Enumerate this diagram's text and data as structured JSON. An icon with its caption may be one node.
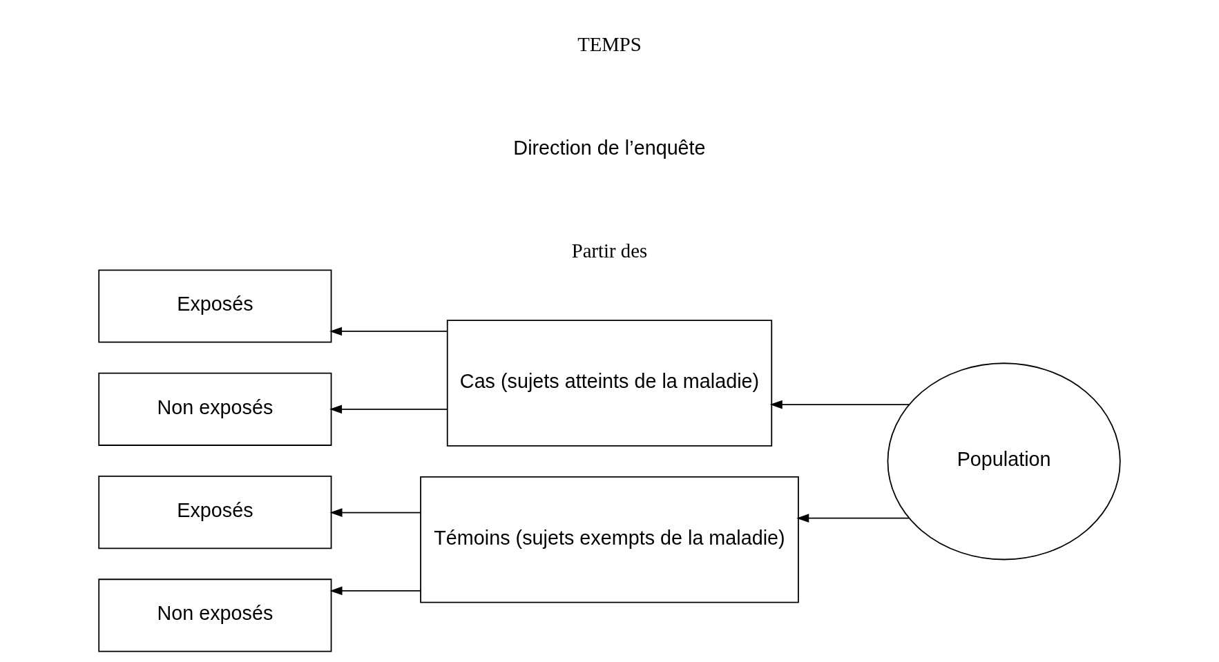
{
  "diagram": {
    "nodes": [
      {
        "text": [
          "Exposés"
        ]
      },
      {
        "text": [
          "Non exposés"
        ]
      },
      {
        "text": [
          "Exposés"
        ]
      },
      {
        "text": [
          "Non exposés"
        ]
      },
      {
        "text": [
          "Cas (sujets atteints de la maladie)"
        ]
      },
      {
        "text": [
          "Témoins (sujets exempts de la maladie)"
        ]
      },
      {
        "text": [
          "Population"
        ]
      }
    ],
    "edges": [
      {
        "from": 6,
        "to": 4,
        "arrow": "to"
      },
      {
        "from": 6,
        "to": 5,
        "arrow": "to"
      },
      {
        "from": 4,
        "to": 0,
        "arrow": "to"
      },
      {
        "from": 4,
        "to": 1,
        "arrow": "to"
      },
      {
        "from": 5,
        "to": 2,
        "arrow": "to"
      },
      {
        "from": 5,
        "to": 3,
        "arrow": "to"
      }
    ],
    "labels": [
      "TEMPS",
      "Direction de l’enquête",
      "Partir des"
    ]
  }
}
